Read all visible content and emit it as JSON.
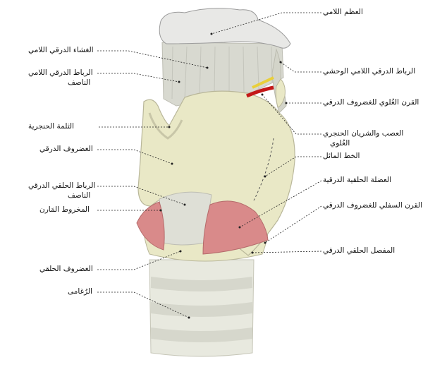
{
  "labels": {
    "hyoid_bone": "العظم اللامي",
    "thyrohyoid_membrane": "الغشاء الدرقي اللامي",
    "median_thyrohyoid_ligament_1": "الرباط الدرقي اللامي",
    "median_thyrohyoid_ligament_2": "الناصف",
    "lateral_thyrohyoid_ligament": "الرباط الدرقي اللامي الوحشي",
    "superior_horn": "القرن العُلوي للغضروف الدرقي",
    "laryngeal_prominence": "الثلمة الحنجرية",
    "nerve_artery_1": "العصب والشريان الحنجري",
    "nerve_artery_2": "العُلوي",
    "thyroid_cartilage": "الغضروف الدرقي",
    "oblique_line": "الخط المائل",
    "cricothyroid_ligament_1": "الرباط الحلقي الدرقي",
    "cricothyroid_ligament_2": "الناصف",
    "cricothyroid_muscle": "العضلة الحلقية الدرقية",
    "conus_elasticus": "المخروط المَارن",
    "inferior_horn": "القرن السفلي للغضروف الدرقي",
    "cricothyroid_joint": "المفصل الحلقي الدرقي",
    "cricoid_cartilage": "الغضروف الحلقي",
    "trachea": "الرُغامى"
  },
  "colors": {
    "bone": "#e6e6e4",
    "cartilage": "#e9e8c6",
    "cartilage_edge": "#b9b79a",
    "membrane": "#d6d7cf",
    "muscle": "#d98a8a",
    "artery": "#c41818",
    "nerve": "#e9cf3a"
  }
}
